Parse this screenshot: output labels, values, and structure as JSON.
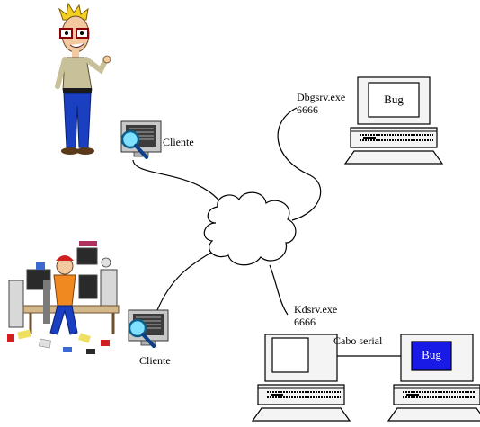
{
  "labels": {
    "client_top": "Cliente",
    "client_bottom": "Cliente",
    "dbgsrv_exe": "Dbgsrv.exe",
    "dbgsrv_port": "6666",
    "kdsrv_exe": "Kdsrv.exe",
    "kdsrv_port": "6666",
    "serial_cable": "Cabo serial",
    "bug_top": "Bug",
    "bug_bottom": "Bug"
  },
  "colors": {
    "bug_screen_active": "#1a1ae6",
    "screen_inactive": "#ffffff",
    "computer_body": "#f4f4f4",
    "line": "#000000",
    "cloud": "#ffffff"
  },
  "icons": {
    "person_standing": "cartoon-man-with-glasses",
    "person_desk": "cartoon-man-at-cluttered-desk",
    "client_computer": "monitor-with-magnifier-icon",
    "network": "cloud-icon"
  }
}
